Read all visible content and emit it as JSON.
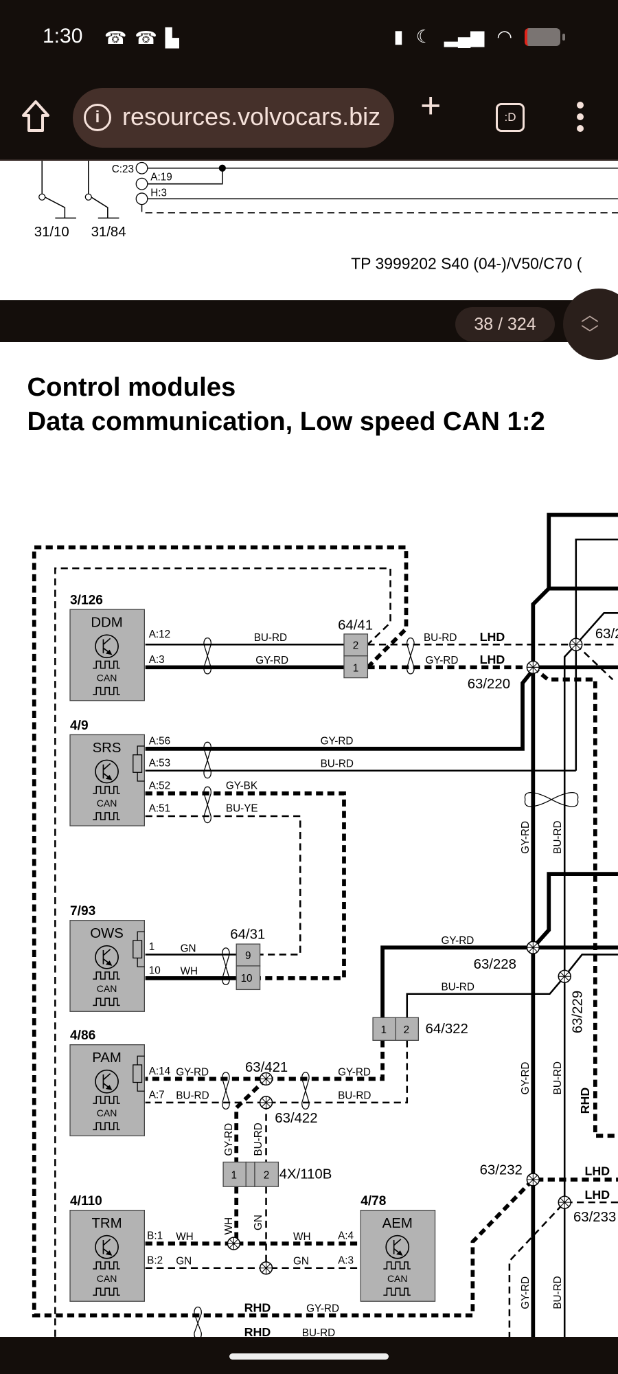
{
  "status_bar": {
    "time": "1:30",
    "notif_icons": [
      "missed-call-icon",
      "missed-call-icon",
      "bed-icon"
    ],
    "right_icons": [
      "vibrate-icon",
      "do-not-disturb-moon-icon",
      "signal-icon",
      "wifi-icon",
      "battery-low-icon"
    ],
    "battery_color": "#e0241b"
  },
  "browser": {
    "url": "resources.volvocars.biz",
    "tab_label": ":D"
  },
  "pdf": {
    "page_indicator": "38 / 324"
  },
  "prev_page": {
    "pins": [
      "C:23",
      "A:19",
      "H:3"
    ],
    "grounds": [
      "31/10",
      "31/84"
    ],
    "footer": "TP 3999202 S40 (04-)/V50/C70 ("
  },
  "page": {
    "title_line1": "Control modules",
    "title_line2": "Data communication, Low speed CAN 1:2"
  },
  "modules": [
    {
      "ref": "3/126",
      "name": "DDM",
      "can": "CAN"
    },
    {
      "ref": "4/9",
      "name": "SRS",
      "can": "CAN"
    },
    {
      "ref": "7/93",
      "name": "OWS",
      "can": "CAN"
    },
    {
      "ref": "4/86",
      "name": "PAM",
      "can": "CAN"
    },
    {
      "ref": "4/110",
      "name": "TRM",
      "can": "CAN"
    },
    {
      "ref": "4/78",
      "name": "AEM",
      "can": "CAN"
    }
  ],
  "pins": {
    "ddm_a12": "A:12",
    "ddm_a3": "A:3",
    "srs_a56": "A:56",
    "srs_a53": "A:53",
    "srs_a52": "A:52",
    "srs_a51": "A:51",
    "ows_1": "1",
    "ows_10": "10",
    "pam_a14": "A:14",
    "pam_a7": "A:7",
    "trm_b1": "B:1",
    "trm_b2": "B:2",
    "aem_a4": "A:4",
    "aem_a3": "A:3"
  },
  "connectors": {
    "c6441": {
      "label": "64/41",
      "pins": [
        "2",
        "1"
      ]
    },
    "c6431": {
      "label": "64/31",
      "pins": [
        "9",
        "10"
      ]
    },
    "c64322": {
      "label": "64/322",
      "pins": [
        "1",
        "2"
      ]
    },
    "c4x110b": {
      "label": "4X/110B",
      "pins": [
        "1",
        "2"
      ]
    }
  },
  "splices": {
    "s220": "63/220",
    "s2xx": "63/2",
    "s228": "63/228",
    "s229": "63/229",
    "s421": "63/421",
    "s422": "63/422",
    "s232": "63/232",
    "s233": "63/233"
  },
  "wires": {
    "bu_rd": "BU-RD",
    "gy_rd": "GY-RD",
    "gy_bk": "GY-BK",
    "bu_ye": "BU-YE",
    "gn": "GN",
    "wh": "WH",
    "lhd": "LHD",
    "rhd": "RHD"
  }
}
